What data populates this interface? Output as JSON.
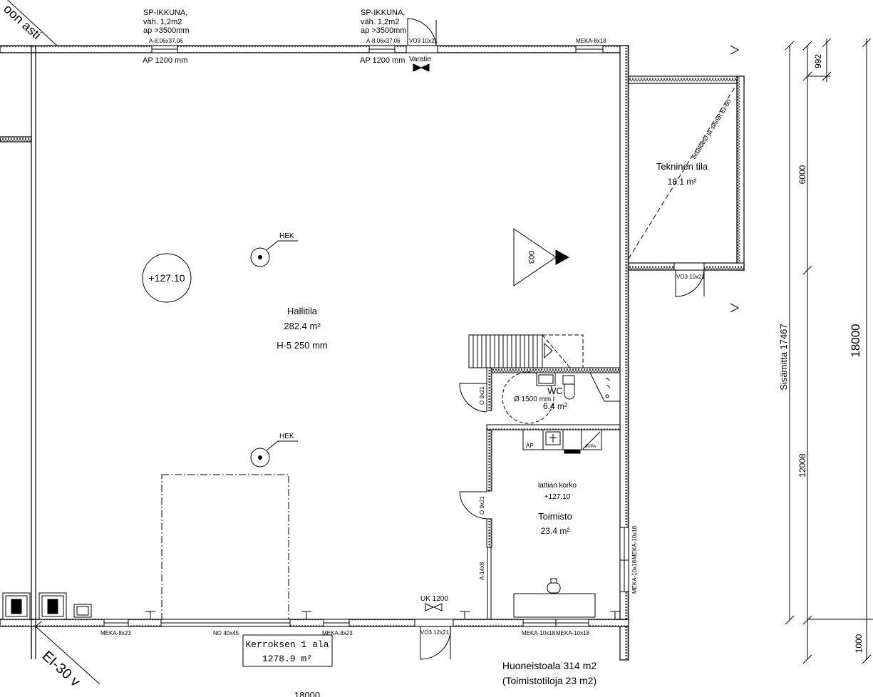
{
  "top_labels": {
    "window_left": [
      "SP-IKKUNA,",
      "väh. 1,2m2",
      "ap >3500mm"
    ],
    "window_left_code": "A-8.06x37.06",
    "window_left_ap": "AP 1200 mm",
    "window_mid": [
      "SP-IKKUNA,",
      "väh. 1,2m2",
      "ap >3500mm"
    ],
    "window_mid_code": "A-8.06x37.06",
    "window_mid_ap": "AP 1200 mm",
    "door_top": "VO3 10x21",
    "varatie": "Varatie",
    "meka_top": "MEKA-8x18",
    "corner_text_top": "oon asti"
  },
  "rooms": {
    "hall": {
      "name": "Hallitila",
      "area": "282.4 m²",
      "height": "H-5 250 mm",
      "level_bubble": "+127.10"
    },
    "tech": {
      "name": "Tekninen tila",
      "area": "18.1 m²",
      "note": "Sisäkatto ja seinät EI-60",
      "door": "VO3 10x21"
    },
    "wc": {
      "name": "WC",
      "area": "6.4 m²",
      "turning": "Ø 1500 mm",
      "door": "O 9x21"
    },
    "office": {
      "level_label": "lattian korko",
      "level_value": "+127.10",
      "name": "Toimisto",
      "area": "23.4 m²",
      "door": "O 9x21",
      "window": "A-14x8"
    },
    "kitchen": {
      "ap": "AP",
      "jkpa": "JK/PA"
    }
  },
  "symbols": {
    "hek_1": "HEK",
    "hek_2": "HEK",
    "section": "003",
    "uk": "UK 1200"
  },
  "bottom_labels": {
    "meka_a": "MEKA-8x23",
    "no_door": "NO 40x45",
    "meka_b": "MEKA-8x23",
    "door_bottom": "VO3 12x21",
    "meka_c": "MEKA-10x18",
    "meka_d": "MEKA-10x18",
    "right_wall_meka_1": "MEKA-10x18",
    "right_wall_meka_2": "MEKA-10x18",
    "floor_area_title": "Kerroksen 1 ala",
    "floor_area_value": "1278.9 m²",
    "apartment_area": "Huoneistoala 314 m2",
    "office_area": "(Toimistotiloja  23 m2)",
    "bottom_dim": "18000",
    "corner_text_bottom": "EI-30 v"
  },
  "dimensions": {
    "d992": "992",
    "d6000": "6000",
    "d12008": "12008",
    "d1000": "1000",
    "interior": "Sisämitta 17467",
    "overall": "18000"
  }
}
